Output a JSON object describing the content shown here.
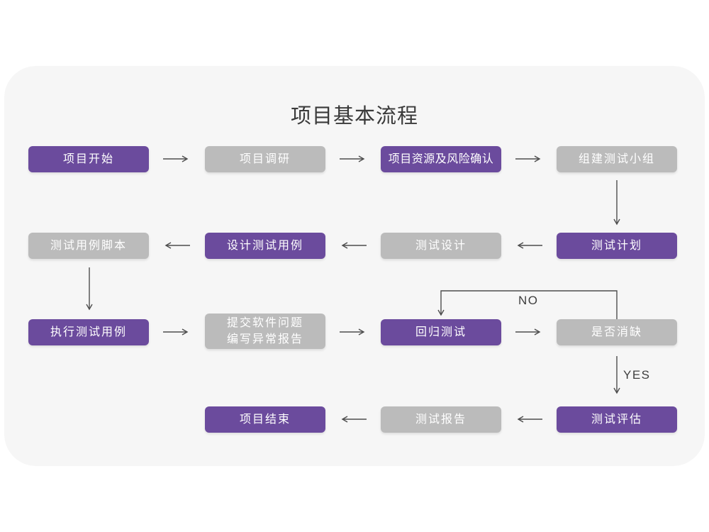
{
  "title": "项目基本流程",
  "colors": {
    "accent_purple": "#6B4B9D",
    "box_gray": "#BBBBBB",
    "card_background": "#F6F6F6",
    "arrow": "#4D4D4D",
    "title_text": "#3A3A3A",
    "box_text": "#FFFFFF"
  },
  "nodes": [
    {
      "id": "project-start",
      "label": "项目开始",
      "variant": "purple"
    },
    {
      "id": "project-research",
      "label": "项目调研",
      "variant": "gray"
    },
    {
      "id": "resources-risk-confirm",
      "label": "项目资源及风险确认",
      "variant": "purple"
    },
    {
      "id": "build-test-team",
      "label": "组建测试小组",
      "variant": "gray"
    },
    {
      "id": "test-plan",
      "label": "测试计划",
      "variant": "purple"
    },
    {
      "id": "test-design",
      "label": "测试设计",
      "variant": "gray"
    },
    {
      "id": "design-test-cases",
      "label": "设计测试用例",
      "variant": "purple"
    },
    {
      "id": "test-case-scripts",
      "label": "测试用例脚本",
      "variant": "gray"
    },
    {
      "id": "execute-test-cases",
      "label": "执行测试用例",
      "variant": "purple"
    },
    {
      "id": "submit-issues-report",
      "label": "提交软件问题",
      "label2": "编写异常报告",
      "variant": "gray"
    },
    {
      "id": "regression-test",
      "label": "回归测试",
      "variant": "purple"
    },
    {
      "id": "defects-cleared",
      "label": "是否消缺",
      "variant": "gray"
    },
    {
      "id": "test-evaluation",
      "label": "测试评估",
      "variant": "purple"
    },
    {
      "id": "test-report",
      "label": "测试报告",
      "variant": "gray"
    },
    {
      "id": "project-end",
      "label": "项目结束",
      "variant": "purple"
    }
  ],
  "edge_labels": {
    "no": "NO",
    "yes": "YES"
  },
  "edges": [
    {
      "from": "project-start",
      "to": "project-research"
    },
    {
      "from": "project-research",
      "to": "resources-risk-confirm"
    },
    {
      "from": "resources-risk-confirm",
      "to": "build-test-team"
    },
    {
      "from": "build-test-team",
      "to": "test-plan"
    },
    {
      "from": "test-plan",
      "to": "test-design"
    },
    {
      "from": "test-design",
      "to": "design-test-cases"
    },
    {
      "from": "design-test-cases",
      "to": "test-case-scripts"
    },
    {
      "from": "test-case-scripts",
      "to": "execute-test-cases"
    },
    {
      "from": "execute-test-cases",
      "to": "submit-issues-report"
    },
    {
      "from": "submit-issues-report",
      "to": "regression-test"
    },
    {
      "from": "regression-test",
      "to": "defects-cleared"
    },
    {
      "from": "defects-cleared",
      "to": "regression-test",
      "label": "NO"
    },
    {
      "from": "defects-cleared",
      "to": "test-evaluation",
      "label": "YES"
    },
    {
      "from": "test-evaluation",
      "to": "test-report"
    },
    {
      "from": "test-report",
      "to": "project-end"
    }
  ]
}
